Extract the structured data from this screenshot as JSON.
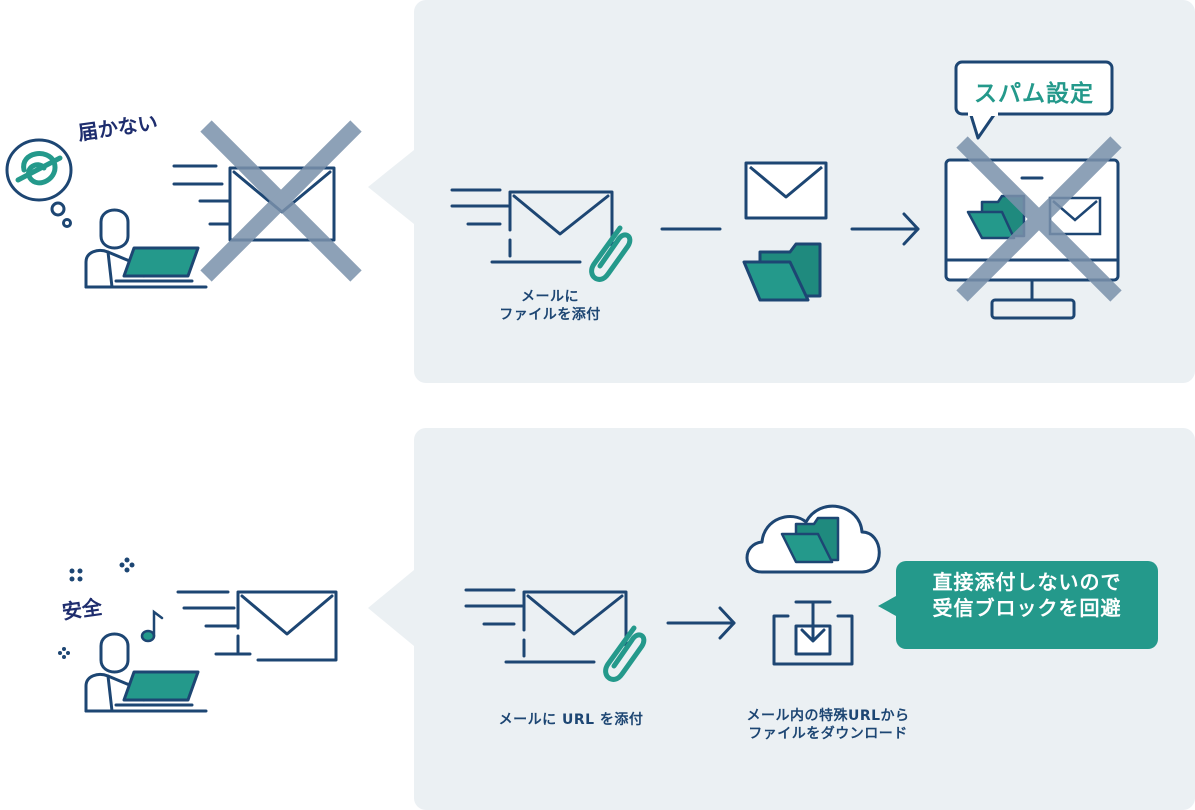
{
  "top": {
    "person_label": "届かない",
    "step1_caption_line1": "メールに",
    "step1_caption_line2": "ファイルを添付",
    "spam_label": "スパム設定"
  },
  "bottom": {
    "person_label": "安全",
    "step1_caption": "メールに URL を添付",
    "step2_caption_line1": "メール内の特殊URLから",
    "step2_caption_line2": "ファイルをダウンロード",
    "callout_line1": "直接添付しないので",
    "callout_line2": "受信ブロックを回避"
  },
  "colors": {
    "navy": "#1d4673",
    "teal": "#24998b",
    "panel": "#ebf0f3",
    "cross": "#7a91ab"
  }
}
